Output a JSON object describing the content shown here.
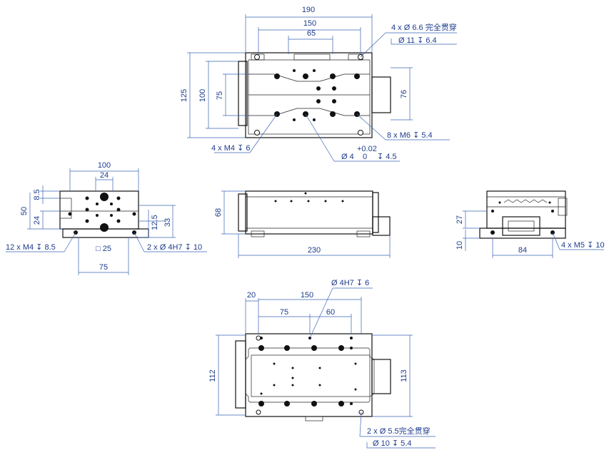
{
  "top_view": {
    "dim_190": "190",
    "dim_150": "150",
    "dim_65": "65",
    "dim_125": "125",
    "dim_100": "100",
    "dim_75": "75",
    "dim_76": "76",
    "note_thru_holes": "4 x Ø 6.6 完全贯穿",
    "note_counterbore": "Ø 11 ↧ 6.4",
    "note_m6": "8 x M6 ↧ 5.4",
    "note_m4": "4 x M4 ↧ 6",
    "note_pin_dia": "Ø 4",
    "note_pin_tol_upper": "+0.02",
    "note_pin_tol_lower": "0",
    "note_pin_depth": "↧ 4.5"
  },
  "left_end_view": {
    "dim_100": "100",
    "dim_24_top": "24",
    "dim_8_5": "8.5",
    "dim_50": "50",
    "dim_24_left": "24",
    "dim_12_5": "12.5",
    "dim_33": "33",
    "note_m4": "12 x M4 ↧ 8.5",
    "note_h7": "2 x Ø 4H7 ↧ 10",
    "dim_square_25": "□ 25",
    "dim_75": "75"
  },
  "side_view": {
    "dim_68": "68",
    "dim_230": "230"
  },
  "right_end_view": {
    "dim_27": "27",
    "dim_10": "10",
    "dim_84": "84",
    "note_m5": "4 x M5 ↧ 10"
  },
  "bottom_view": {
    "note_h7": "Ø 4H7 ↧ 6",
    "dim_20": "20",
    "dim_150": "150",
    "dim_75": "75",
    "dim_60": "60",
    "dim_112": "112",
    "dim_113": "113",
    "note_thru_holes": "2 x Ø 5.5完全贯穿",
    "note_counterbore": "Ø 10 ↧ 5.4"
  }
}
